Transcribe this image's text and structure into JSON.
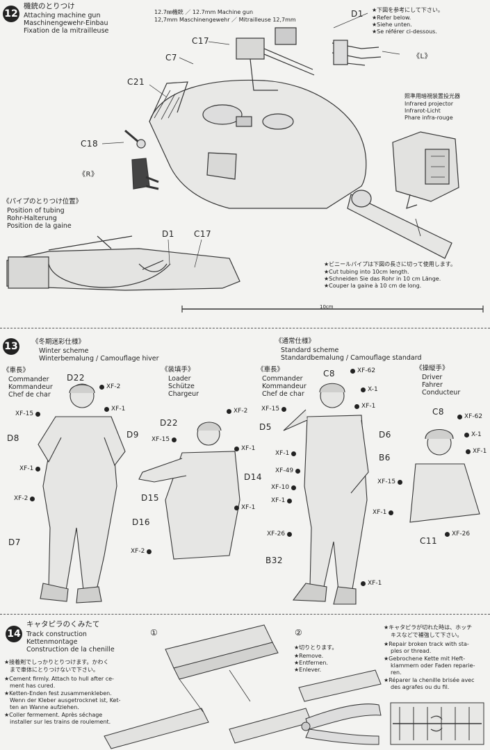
{
  "step12": {
    "number": "12",
    "title_jp": "機銃のとりつけ",
    "title_en": "Attaching machine gun",
    "title_de": "Maschinengewehr-Einbau",
    "title_fr": "Fixation de la mitrailleuse",
    "mg_caption_line1": "12.7㎜機銃 ／ 12.7mm Machine gun",
    "mg_caption_line2": "12,7mm Maschinengewehr ／ Mitrailleuse 12,7mm",
    "parts": {
      "d1": "D1",
      "c17": "C17",
      "c7": "C7",
      "c21": "C21",
      "c18": "C18",
      "r": "《R》",
      "l": "《L》"
    },
    "note_jp": "★下図を参考にして下さい。",
    "note_en": "★Refer below.",
    "note_de": "★Siehe unten.",
    "note_fr": "★Se référer ci-dessous.",
    "ir_jp": "照準用暗視装置投光器",
    "ir_en": "Infrared projector",
    "ir_de": "Infrarot-Licht",
    "ir_fr": "Phare infra-rouge",
    "tubing_jp": "《パイプのとりつけ位置》",
    "tubing_en": "Position of tubing",
    "tubing_de": "Rohr-Halterung",
    "tubing_fr": "Position de la gaine",
    "tube_d1": "D1",
    "tube_c17": "C17",
    "cut_jp": "★ビニールパイプは下図の長さに切って使用します。",
    "cut_en": "★Cut tubing into 10cm length.",
    "cut_de": "★Schneiden Sie das Rohr in 10 cm Länge.",
    "cut_fr": "★Couper la gaine à 10 cm de long.",
    "length_label": "10cm"
  },
  "step13": {
    "number": "13",
    "winter_jp": "《冬期迷彩仕様》",
    "winter_en": "Winter scheme",
    "winter_de": "Winterbemalung / Camouflage hiver",
    "standard_jp": "《通常仕様》",
    "standard_en": "Standard scheme",
    "standard_de": "Standardbemalung / Camouflage standard",
    "commander_jp": "《車長》",
    "commander_en": "Commander",
    "commander_de": "Kommandeur",
    "commander_fr": "Chef de char",
    "loader_jp": "《装填手》",
    "loader_en": "Loader",
    "loader_de": "Schütze",
    "loader_fr": "Chargeur",
    "commander2_jp": "《車長》",
    "commander2_en": "Commander",
    "commander2_de": "Kommandeur",
    "commander2_fr": "Chef de char",
    "driver_jp": "《操縦手》",
    "driver_en": "Driver",
    "driver_de": "Fahrer",
    "driver_fr": "Conducteur",
    "fig1": {
      "d22": "D22",
      "d8": "D8",
      "d9": "D9",
      "d7": "D7",
      "xf2a": "XF-2",
      "xf1a": "XF-1",
      "xf15": "XF-15",
      "xf1b": "XF-1",
      "xf2b": "XF-2"
    },
    "fig2": {
      "d22": "D22",
      "d14": "D14",
      "d15": "D15",
      "d16": "D16",
      "xf2a": "XF-2",
      "xf15": "XF-15",
      "xf1a": "XF-1",
      "xf1b": "XF-1",
      "xf2b": "XF-2"
    },
    "fig3": {
      "c8": "C8",
      "d5": "D5",
      "d6": "D6",
      "b6": "B6",
      "b32": "B32",
      "xf62": "XF-62",
      "xf1a": "X-1",
      "xf1b": "XF-1",
      "xf15": "XF-15",
      "xf1c": "XF-1",
      "xf49": "XF-49",
      "xf10": "XF-10",
      "xf1d": "XF-1",
      "xf26": "XF-26",
      "xf1e": "XF-1"
    },
    "fig4": {
      "c8": "C8",
      "c11": "C11",
      "xf62": "XF-62",
      "x1": "X-1",
      "xf1a": "XF-1",
      "xf15": "XF-15",
      "xf1b": "XF-1",
      "xf26": "XF-26"
    }
  },
  "step14": {
    "number": "14",
    "title_jp": "キャタピラのくみたて",
    "title_en": "Track construction",
    "title_de": "Kettenmontage",
    "title_fr": "Construction de la chenille",
    "glue_jp1": "★接着剤でしっかりとりつけます。かわく",
    "glue_jp2": "まで車体にとりつけないで下さい。",
    "glue_en1": "★Cement firmly. Attach to hull after ce-",
    "glue_en2": "ment has cured.",
    "glue_de1": "★Ketten-Enden fest zusammenkleben.",
    "glue_de2": "Wenn der Kleber ausgetrocknet ist, Ket-",
    "glue_de3": "ten an Wanne aufziehen.",
    "glue_fr1": "★Coller fermement. Après séchage",
    "glue_fr2": "installer sur les trains de roulement.",
    "sub1": "①",
    "sub2": "②",
    "cut_jp": "★切りとります。",
    "cut_en": "★Remove.",
    "cut_de": "★Entfernen.",
    "cut_fr": "★Enlever.",
    "repair_jp1": "★キャタピラが切れた時は、ホッチ",
    "repair_jp2": "キスなどで補強して下さい。",
    "repair_en1": "★Repair broken track with sta-",
    "repair_en2": "ples or thread.",
    "repair_de1": "★Gebrochene Kette mit Heft-",
    "repair_de2": "klammern oder Faden reparie-",
    "repair_de3": "ren.",
    "repair_fr1": "★Réparer la chenille brisée avec",
    "repair_fr2": "des agrafes ou du fil."
  }
}
